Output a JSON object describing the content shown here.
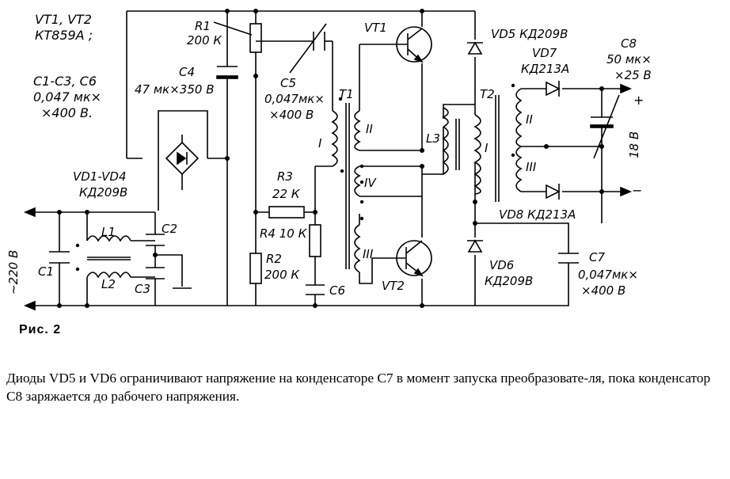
{
  "figure_label": "Рис. 2",
  "caption": "Диоды VD5 и VD6 ограничивают напряжение на конденсаторе С7 в момент запуска преобразовате-ля, пока конденсатор С8 заряжается до рабочего напряжения.",
  "schematic": {
    "transistor_note": [
      "VT1, VT2",
      "КТ859А ;"
    ],
    "capacitor_note": [
      "С1-С3, С6",
      "0,047 мк×",
      "×400 В."
    ],
    "r1": [
      "R1",
      "200 К"
    ],
    "c4": [
      "С4",
      "47 мк×350 В"
    ],
    "c5": [
      "С5",
      "0,047мк×",
      "×400 В"
    ],
    "vt1": "VT1",
    "vd5": "VD5  КД209В",
    "c8": [
      "С8",
      "50 мк×",
      "×25 В"
    ],
    "vd7": [
      "VD7",
      "КД213А"
    ],
    "t1": "Т1",
    "t2": "Т2",
    "l3": "L3",
    "bridge": [
      "VD1-VD4",
      "КД209В"
    ],
    "r3": [
      "R3",
      "22 К"
    ],
    "r4": "R4 10 К",
    "r2": [
      "R2",
      "200 К"
    ],
    "c6": "С6",
    "vt2": "VT2",
    "vd6": [
      "VD6",
      "КД209В"
    ],
    "vd8": "VD8  КД213А",
    "c7": [
      "С7",
      "0,047мк×",
      "×400 В"
    ],
    "mains": "~220 В",
    "c1": "С1",
    "l1": "L1",
    "l2": "L2",
    "c2": "С2",
    "c3": "С3",
    "output_voltage": "18 В",
    "winding_roman": [
      "I",
      "II",
      "IV",
      "III",
      "I",
      "II",
      "III"
    ],
    "plus": "+",
    "minus": "−"
  }
}
